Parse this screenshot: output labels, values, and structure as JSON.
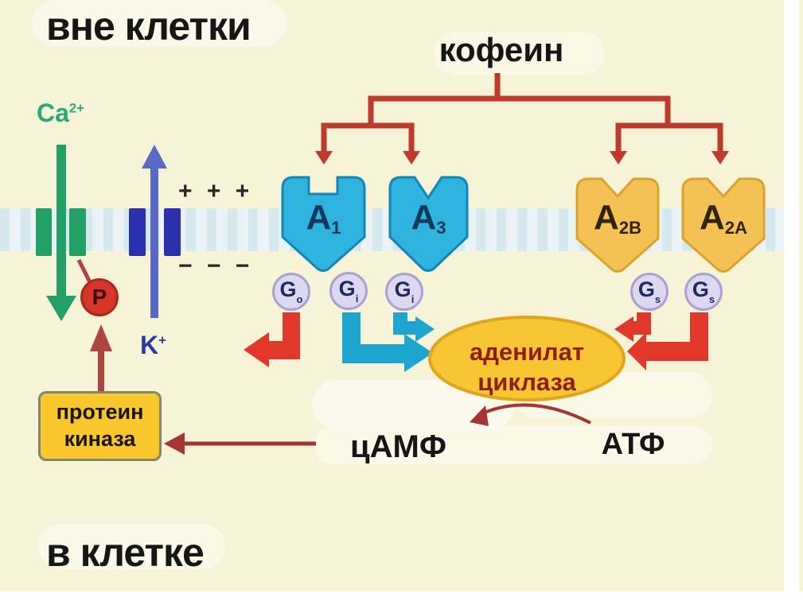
{
  "titles": {
    "outside": "вне клетки",
    "inside": "в клетке"
  },
  "caffeine": "кофеин",
  "ions": {
    "ca_base": "Ca",
    "ca_sup": "2+",
    "k_base": "K",
    "k_sup": "+"
  },
  "charges": {
    "plus": "+ + +",
    "minus": "− − −"
  },
  "phosphate": "P",
  "receptors": [
    {
      "base": "A",
      "sub": "1"
    },
    {
      "base": "A",
      "sub": "3"
    },
    {
      "base": "A",
      "sub": "2B"
    },
    {
      "base": "A",
      "sub": "2A"
    }
  ],
  "g_proteins": [
    {
      "base": "G",
      "sub": "o"
    },
    {
      "base": "G",
      "sub": "i"
    },
    {
      "base": "G",
      "sub": "i"
    },
    {
      "base": "G",
      "sub": "s"
    },
    {
      "base": "G",
      "sub": "s"
    }
  ],
  "enzyme": {
    "line1": "аденилат",
    "line2": "циклаза"
  },
  "kinase": {
    "line1": "протеин",
    "line2": "киназа"
  },
  "molecules": {
    "camp": "цАМФ",
    "atp": "АТФ"
  },
  "colors": {
    "bg": "#f7f3d7",
    "membrane": "#e9f2f4",
    "black": "#161616",
    "bracket_red": "#bf3a2b",
    "elbow_red": "#e1382b",
    "elbow_cyan": "#1ba5cf",
    "thin_red": "#a53434",
    "up_red": "#ad453c",
    "green": "#22a065",
    "ca_green": "#2aa878",
    "channel_blue": "#2a2fae",
    "k_blue": "#5a68c6",
    "k_text": "#283b9d",
    "recep_cyan": "#2eb4de",
    "recep_cyan_border": "#1585b5",
    "recep_cyan_text": "#11395e",
    "recep_gold": "#f4c254",
    "recep_gold_border": "#daa32d",
    "recep_gold_text": "#2f2306",
    "g_fill": "#ddd8ef",
    "g_border": "#a9a1d2",
    "g_text": "#1c2a60",
    "ellipse_fill": "#f7c632",
    "ellipse_border": "#e0a51c",
    "ellipse_text": "#8e1e10",
    "kinase_fill": "#f9c72c",
    "kinase_border": "#83856f",
    "p_fill": "#d6362a",
    "p_border": "#a8281e",
    "p_text": "#400a08"
  }
}
